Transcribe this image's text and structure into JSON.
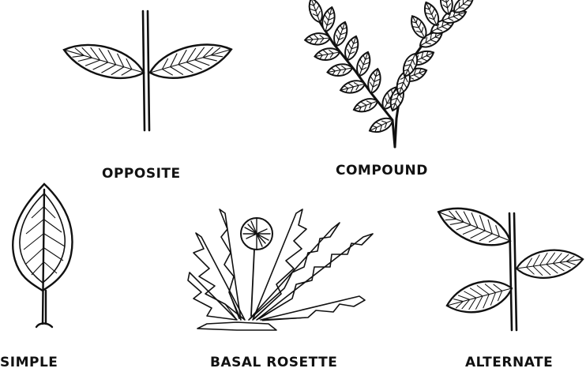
{
  "labels": {
    "opposite": "OPPOSITE",
    "compound": "COMPOUND",
    "simple": "SIMPLE",
    "basal_rosette": "BASAL ROSETTE",
    "alternate": "ALTERNATE"
  },
  "colors": {
    "ink": "#111111",
    "background": "#ffffff"
  }
}
